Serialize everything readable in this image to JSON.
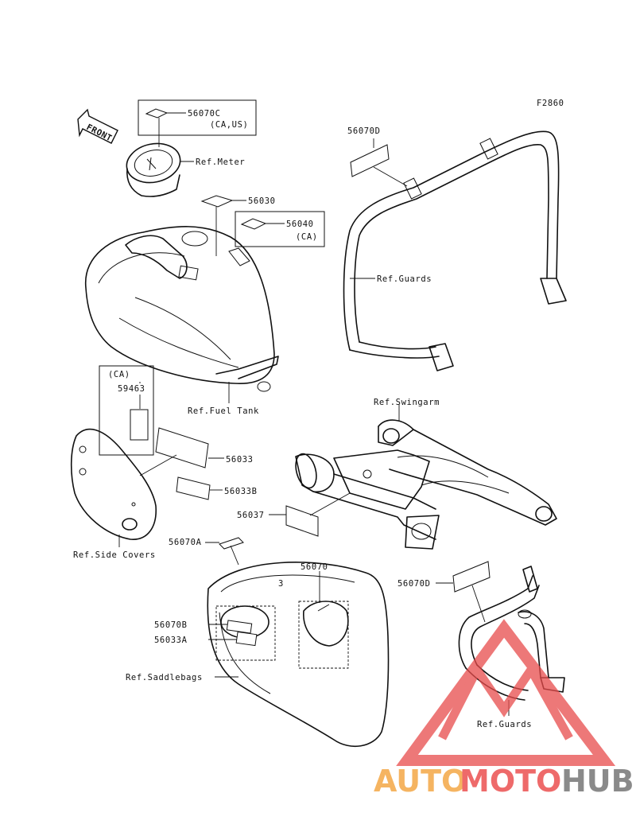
{
  "figure_code": "F2860",
  "direction_label": "FRONT",
  "labels": {
    "p56070C": "56070C",
    "ca_us": "(CA,US)",
    "ref_meter": "Ref.Meter",
    "p56030": "56030",
    "p56040": "56040",
    "ca_1": "(CA)",
    "ca_2": "(CA)",
    "p59463": "59463",
    "ref_fuel_tank": "Ref.Fuel Tank",
    "p56070D_top": "56070D",
    "ref_guards_top": "Ref.Guards",
    "ref_swingarm": "Ref.Swingarm",
    "p56033": "56033",
    "p56033B": "56033B",
    "p56037": "56037",
    "p56070A": "56070A",
    "ref_side_covers": "Ref.Side Covers",
    "p56070": "56070",
    "p56070B": "56070B",
    "p56033A": "56033A",
    "ref_saddlebags": "Ref.Saddlebags",
    "p56070D_bottom": "56070D",
    "ref_guards_bottom": "Ref.Guards"
  },
  "watermark": {
    "part1": "AUTO",
    "part2": "MOTO",
    "part3": "HUB",
    "colors": {
      "auto": "#f5b461",
      "moto": "#ee6a6a",
      "hub": "#8a8a8a",
      "triangle": "#e84b4b"
    }
  }
}
